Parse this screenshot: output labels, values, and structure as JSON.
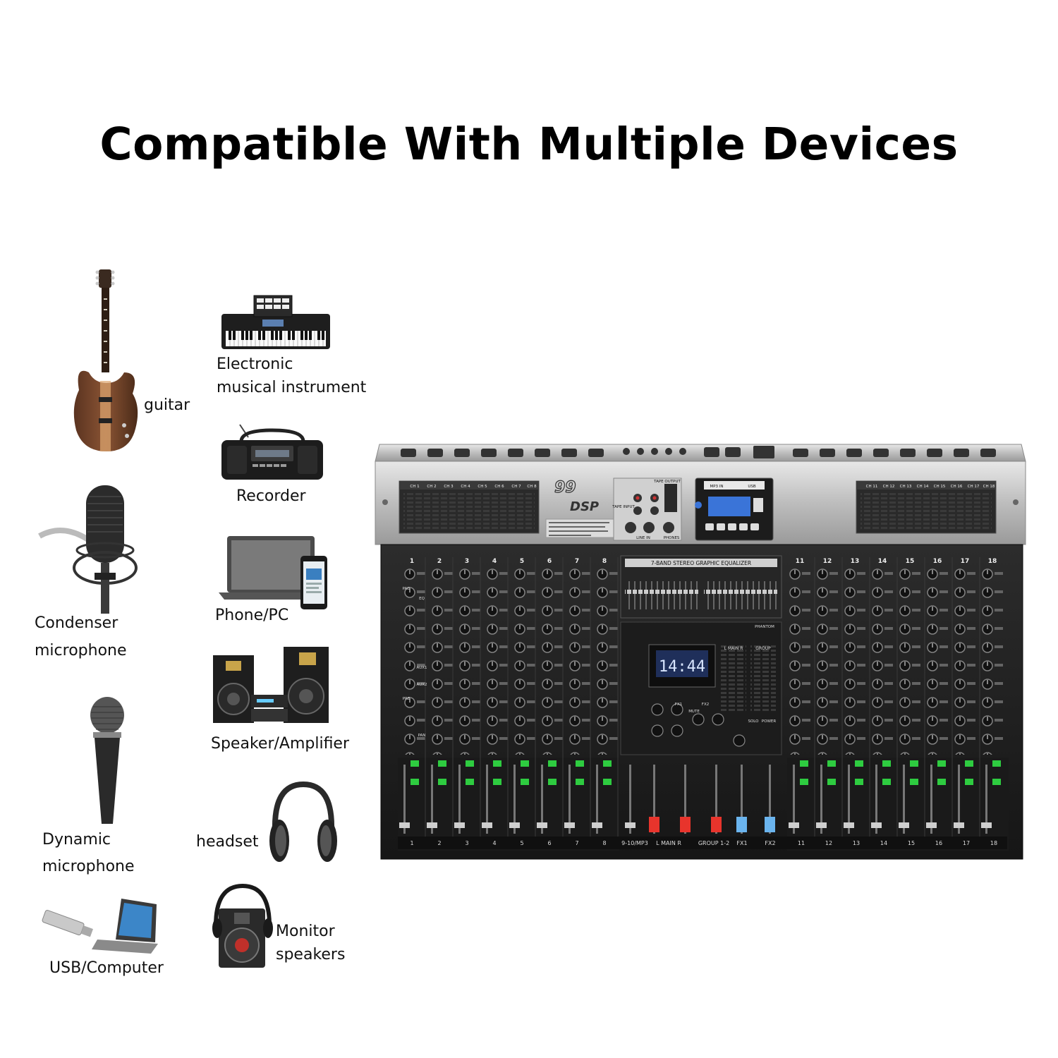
{
  "title": "Compatible With Multiple Devices",
  "devices": {
    "guitar": "guitar",
    "electronic_line1": "Electronic",
    "electronic_line2": "musical instrument",
    "recorder": "Recorder",
    "condenser_line1": "Condenser",
    "condenser_line2": "microphone",
    "phone_pc": "Phone/PC",
    "speaker_amplifier": "Speaker/Amplifier",
    "dynamic_line1": "Dynamic",
    "dynamic_line2": "microphone",
    "headset": "headset",
    "usb_computer": "USB/Computer",
    "monitor_line1": "Monitor",
    "monitor_line2": "speakers"
  },
  "mixer": {
    "eq_title": "7-BAND STEREO GRAPHIC EQUALIZER",
    "display_time": "14:44",
    "dsp_badge": "99",
    "dsp_text": "DSP",
    "left_channels": [
      "1",
      "2",
      "3",
      "4",
      "5",
      "6",
      "7",
      "8"
    ],
    "right_channels": [
      "11",
      "12",
      "13",
      "14",
      "15",
      "16",
      "17",
      "18"
    ],
    "left_header_channels": [
      "CH 1",
      "CH 2",
      "CH 3",
      "CH 4",
      "CH 5",
      "CH 6",
      "CH 7",
      "CH 8"
    ],
    "right_header_channels": [
      "CH 11",
      "CH 12",
      "CH 13",
      "CH 14",
      "CH 15",
      "CH 16",
      "CH 17",
      "CH 18"
    ],
    "bottom_labels": [
      "1",
      "2",
      "3",
      "4",
      "5",
      "6",
      "7",
      "8",
      "9-10/MP3",
      "L MAIN R",
      "GROUP 1-2",
      "FX1",
      "FX2",
      "11",
      "12",
      "13",
      "14",
      "15",
      "16",
      "17",
      "18"
    ],
    "mp3_label": "MP3 IN",
    "usb_label": "USB",
    "main_label": "L MAIN R",
    "group_label": "GROUP",
    "fx1": "FX1",
    "fx2": "FX2",
    "mute": "MUTE",
    "line_in": "LINE IN",
    "phones": "PHONES",
    "tape_output": "TAPE OUTPUT",
    "tape_input": "TAPE INPUT",
    "pad": "PAD",
    "pre": "PRE",
    "aux1": "AUX1",
    "aux2": "AUX2",
    "pan": "PAN",
    "eq": "EQ",
    "solo": "SOLO",
    "power": "POWER",
    "phantom": "PHANTOM"
  }
}
